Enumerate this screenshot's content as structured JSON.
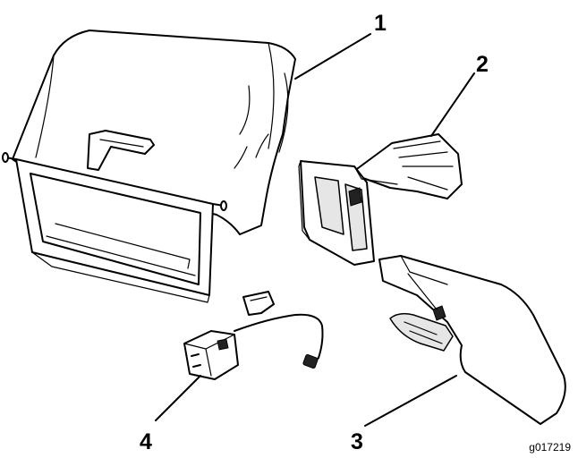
{
  "figure": {
    "figure_id": "g017219",
    "callouts": [
      {
        "id": "1",
        "label": "1"
      },
      {
        "id": "2",
        "label": "2"
      },
      {
        "id": "3",
        "label": "3"
      },
      {
        "id": "4",
        "label": "4"
      }
    ]
  }
}
